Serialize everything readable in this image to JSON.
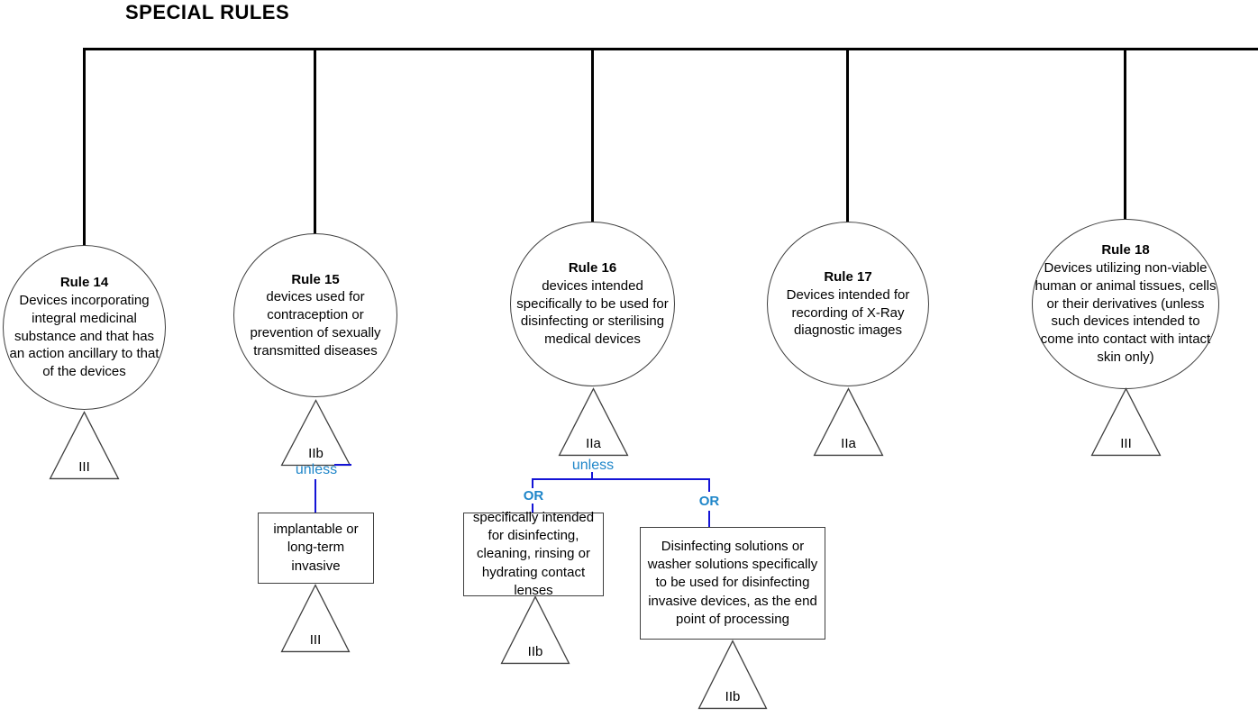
{
  "title": "SPECIAL RULES",
  "colors": {
    "connector_black": "#000000",
    "connector_blue": "#1414d6",
    "keyword_blue": "#1f86c9",
    "shape_border": "#3f3f3f",
    "background": "#ffffff"
  },
  "rules": [
    {
      "title": "Rule 14",
      "description": "Devices incorporating integral medicinal substance and that has an action ancillary to that of the devices",
      "class": "III"
    },
    {
      "title": "Rule 15",
      "description": "devices used for contraception or prevention of sexually transmitted diseases",
      "class": "IIb",
      "unless_label": "unless",
      "exception": {
        "condition": "implantable or long-term invasive",
        "class": "III"
      }
    },
    {
      "title": "Rule 16",
      "description": "devices intended specifically to be used for disinfecting or sterilising medical devices",
      "class": "IIa",
      "unless_label": "unless",
      "or_labels": [
        "OR",
        "OR"
      ],
      "exceptions": [
        {
          "condition": "specifically intended for disinfecting, cleaning, rinsing or hydrating contact lenses",
          "class": "IIb"
        },
        {
          "condition": "Disinfecting solutions or washer solutions specifically to be used for disinfecting invasive devices, as the end point of processing",
          "class": "IIb"
        }
      ]
    },
    {
      "title": "Rule 17",
      "description": "Devices intended for recording of X-Ray diagnostic images",
      "class": "IIa"
    },
    {
      "title": "Rule 18",
      "description": "Devices utilizing non-viable human or animal tissues, cells or their derivatives (unless such devices intended to come into contact with intact skin only)",
      "class": "III"
    }
  ]
}
